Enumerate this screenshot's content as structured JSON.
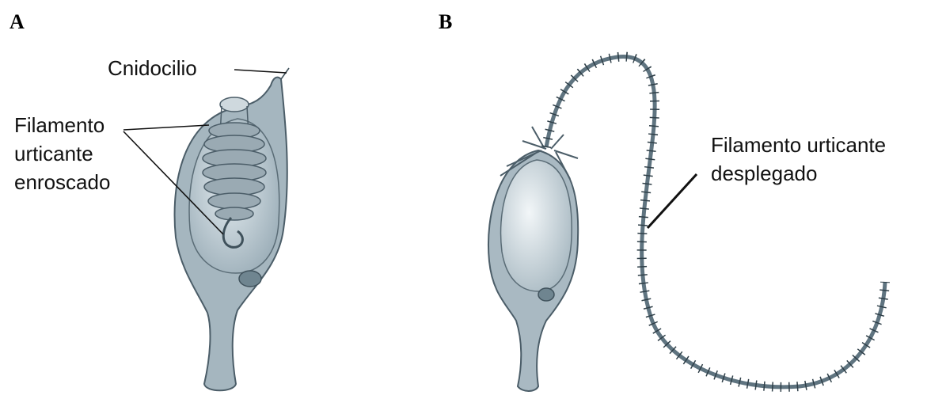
{
  "panels": [
    {
      "letter": "A",
      "labels": {
        "cnidocil": "Cnidocilio",
        "coiled_line1": "Filamento",
        "coiled_line2": "urticante",
        "coiled_line3": "enroscado"
      }
    },
    {
      "letter": "B",
      "labels": {
        "deployed_line1": "Filamento urticante",
        "deployed_line2": "desplegado"
      }
    }
  ],
  "colors": {
    "capsule_fill": "#a9b9c2",
    "capsule_light": "#d9e3e8",
    "capsule_stroke": "#4b5d68",
    "filament": "#5f7480",
    "nucleus": "#6f8590"
  }
}
